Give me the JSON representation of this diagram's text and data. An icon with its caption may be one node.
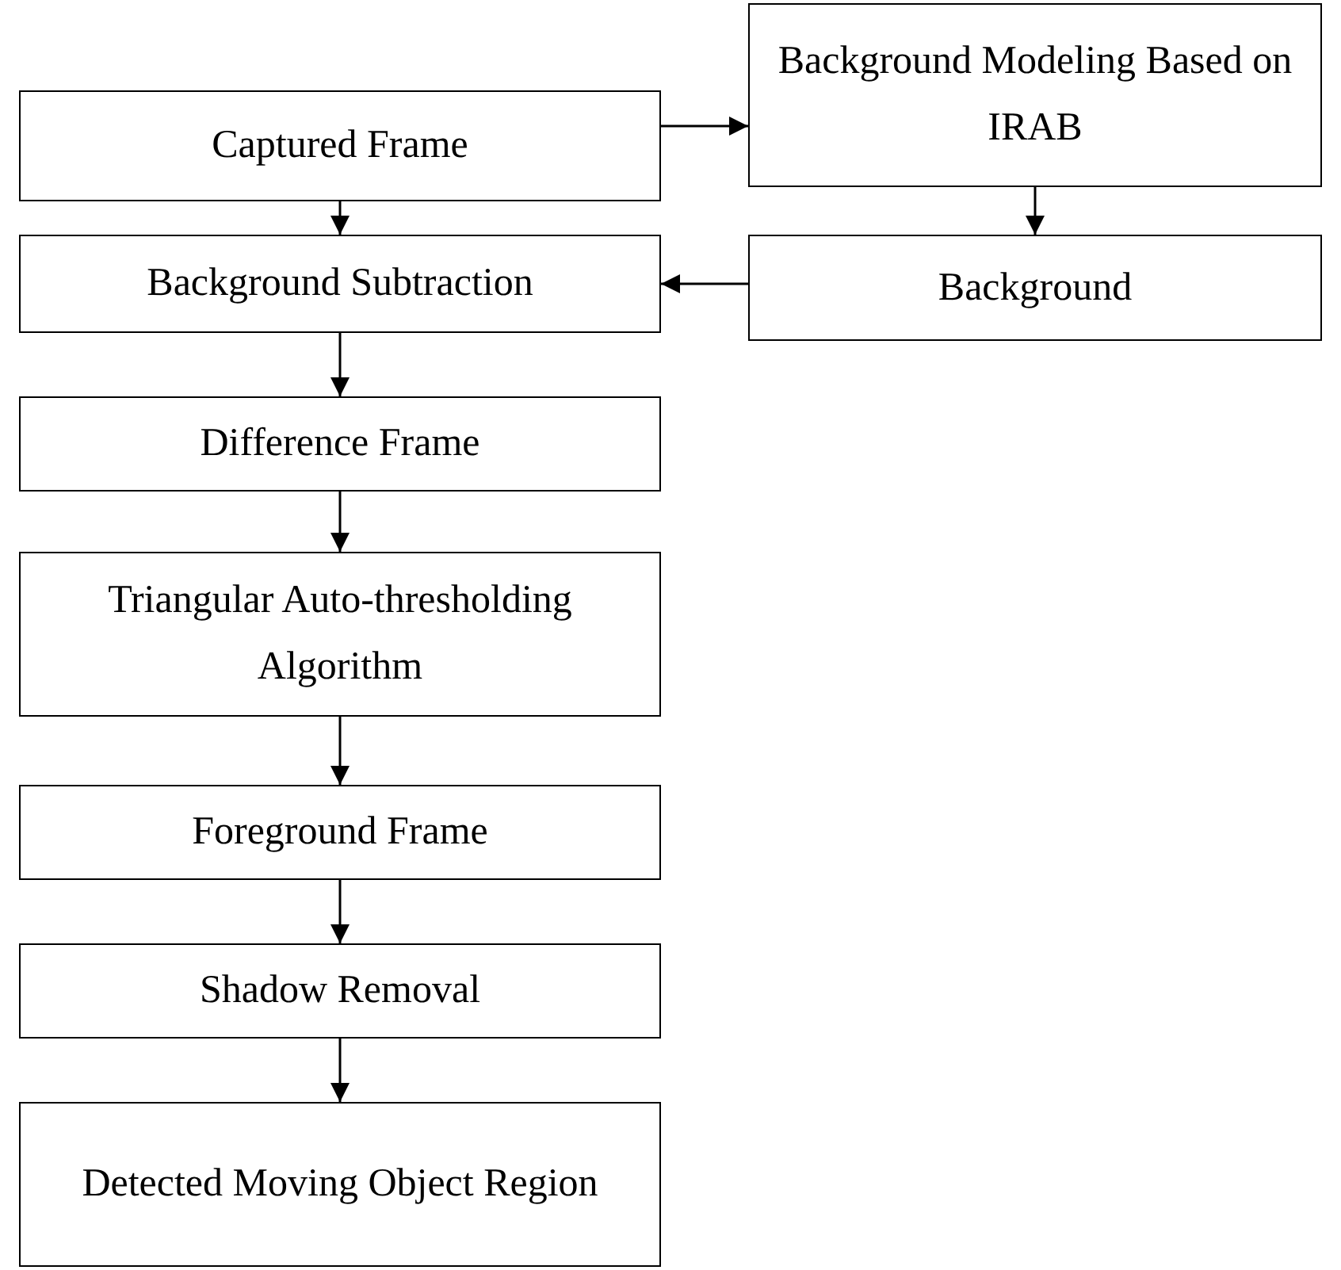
{
  "diagram": {
    "nodes": [
      {
        "text": [
          "Captured Frame"
        ]
      },
      {
        "text": [
          "Background Modeling Based on IRAB"
        ]
      },
      {
        "text": [
          "Background"
        ]
      },
      {
        "text": [
          "Background Subtraction"
        ]
      },
      {
        "text": [
          "Difference Frame"
        ]
      },
      {
        "text": [
          "Triangular Auto-thresholding Algorithm"
        ]
      },
      {
        "text": [
          "Foreground Frame"
        ]
      },
      {
        "text": [
          "Shadow Removal"
        ]
      },
      {
        "text": [
          "Detected Moving Object Region"
        ]
      }
    ],
    "edges": [
      {
        "from": 0,
        "to": 1,
        "arrow": "to"
      },
      {
        "from": 1,
        "to": 2,
        "arrow": "to"
      },
      {
        "from": 2,
        "to": 3,
        "arrow": "to"
      },
      {
        "from": 0,
        "to": 3,
        "arrow": "to"
      },
      {
        "from": 3,
        "to": 4,
        "arrow": "to"
      },
      {
        "from": 4,
        "to": 5,
        "arrow": "to"
      },
      {
        "from": 5,
        "to": 6,
        "arrow": "to"
      },
      {
        "from": 6,
        "to": 7,
        "arrow": "to"
      },
      {
        "from": 7,
        "to": 8,
        "arrow": "to"
      }
    ]
  }
}
